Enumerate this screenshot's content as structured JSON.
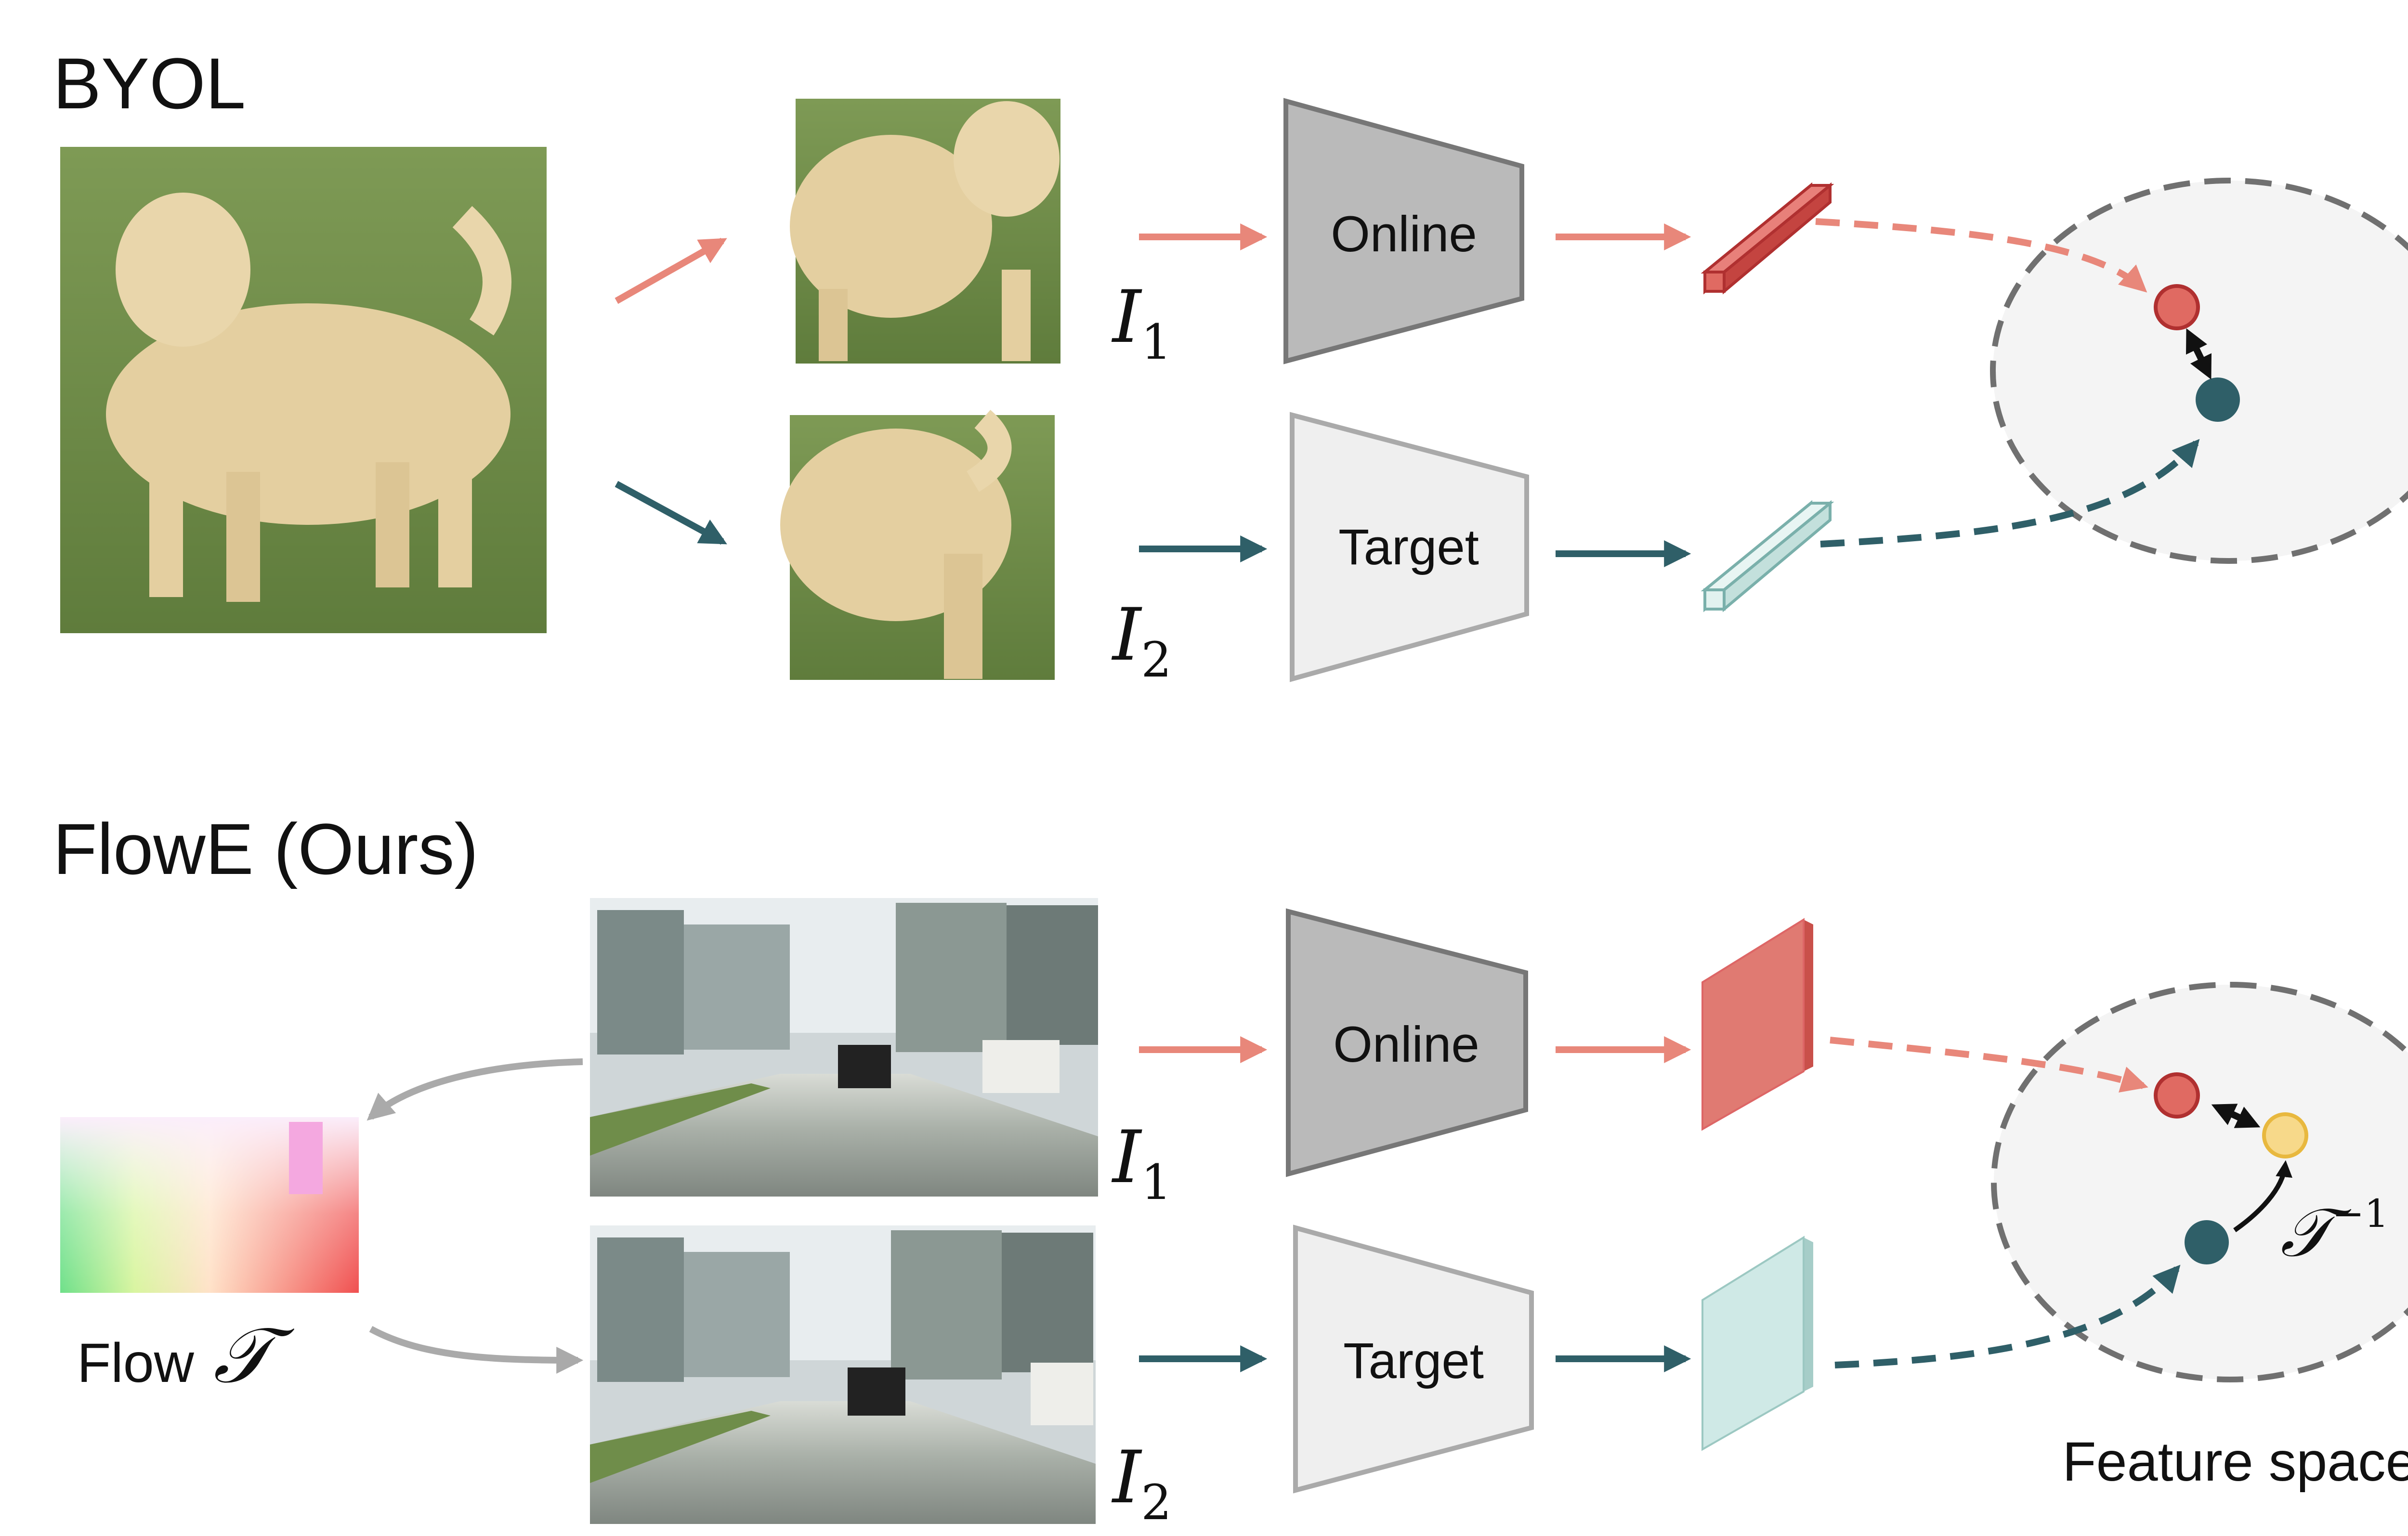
{
  "colors": {
    "online": "#e8877a",
    "target": "#2f5f68",
    "online_point": "#e06a62",
    "target_point": "#2f5f68",
    "inverse_point": "#f7d98a",
    "feature_bg": "#f4f4f4",
    "flow_arrow": "#aaaaaa"
  },
  "byol": {
    "title": "BYOL",
    "input_image": "dog-image",
    "view1_label": "I",
    "view1_sub": "1",
    "view2_label": "I",
    "view2_sub": "2",
    "online_label": "Online",
    "target_label": "Target"
  },
  "flowe": {
    "title": "FlowE (Ours)",
    "view1_label": "I",
    "view1_sub": "1",
    "view2_label": "I",
    "view2_sub": "2",
    "online_label": "Online",
    "target_label": "Target",
    "flow_label": "Flow",
    "flow_symbol": "𝒯",
    "inverse_symbol": "𝒯",
    "inverse_exp": "−1",
    "feature_space_label": "Feature space"
  }
}
